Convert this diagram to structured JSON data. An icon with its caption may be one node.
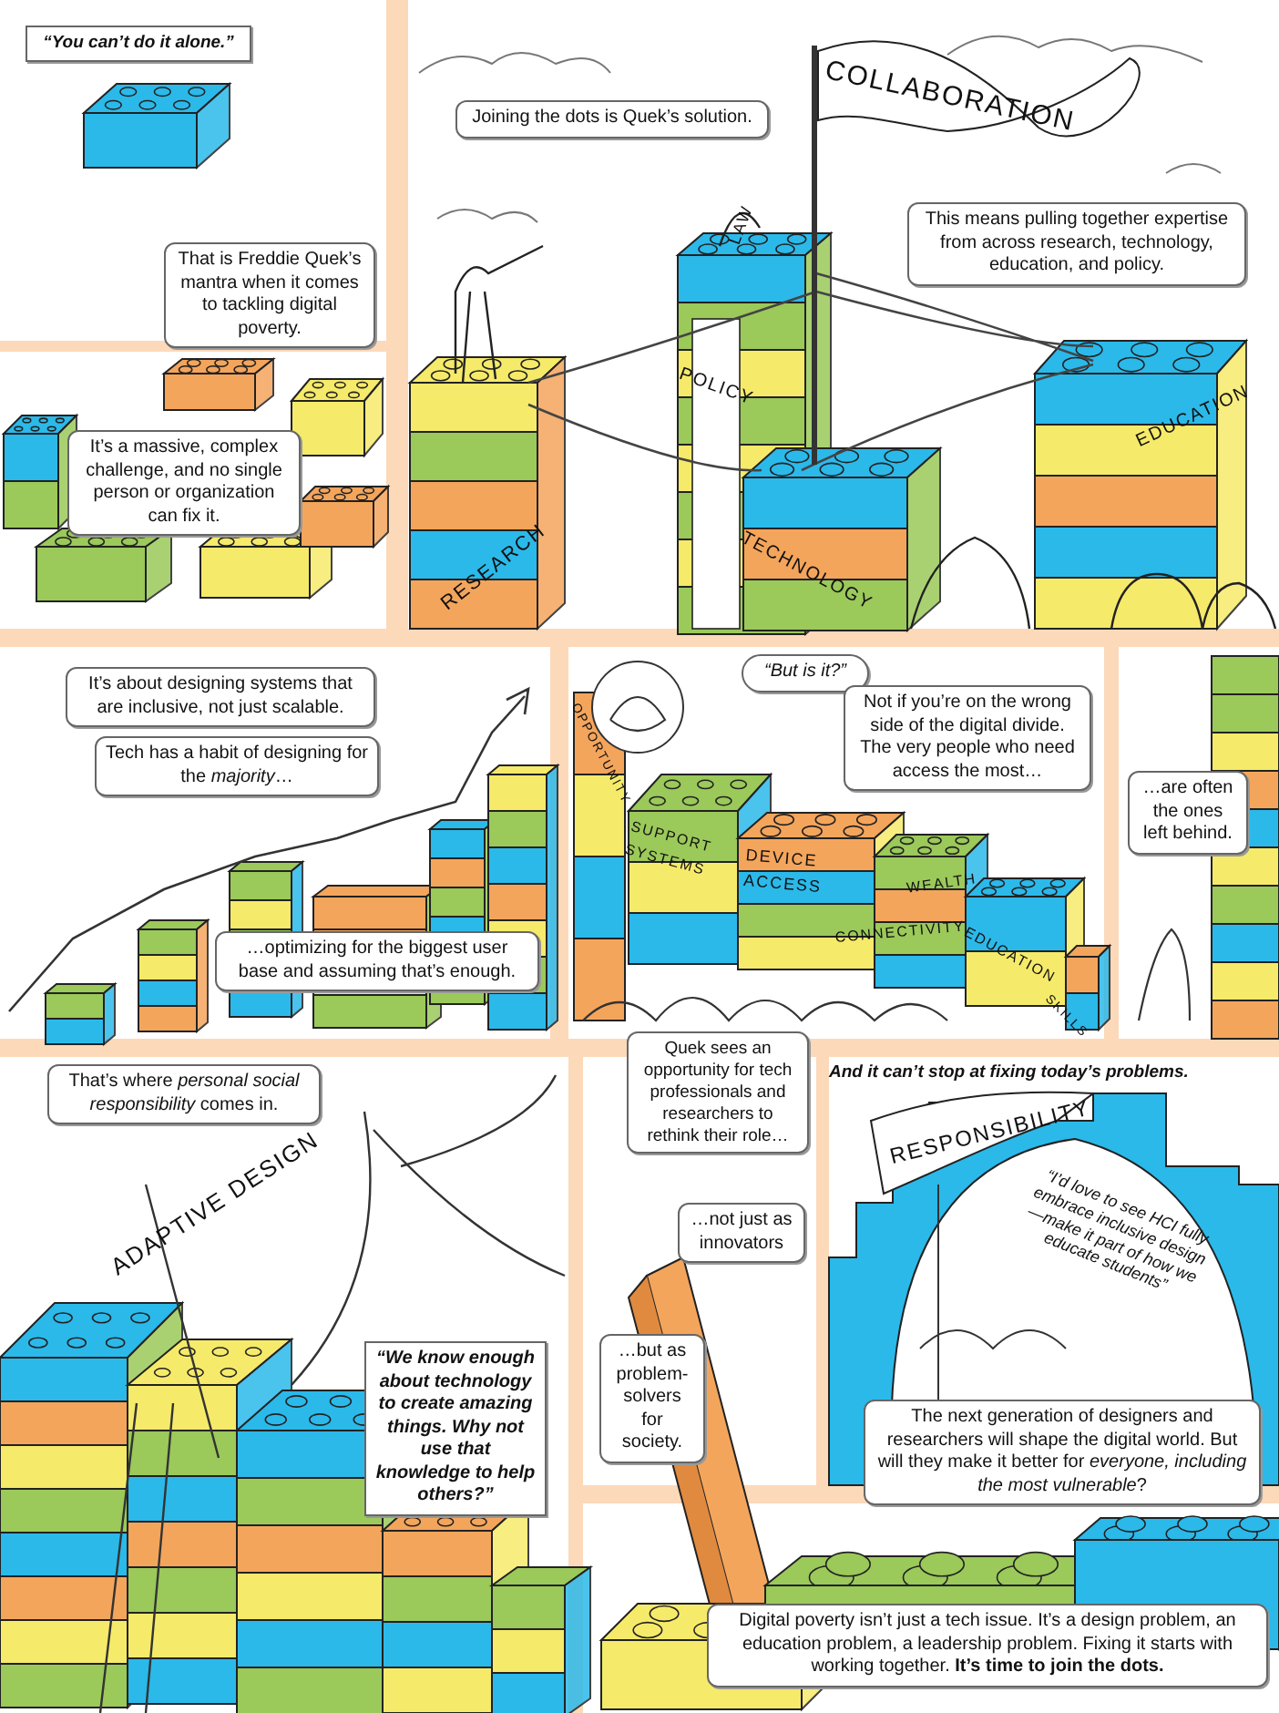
{
  "diagram": {
    "nodes": [
      {
        "text": [
          "“You can’t do it alone.”"
        ]
      },
      {
        "text": [
          "That is Freddie Quek’s mantra when it comes to tackling digital poverty."
        ]
      },
      {
        "text": [
          "It’s a massive, complex challenge, and no single person or organization can fix it."
        ]
      },
      {
        "text": [
          "Joining the dots is Quek’s solution."
        ]
      },
      {
        "text": [
          "This means pulling together expertise from across research, technology, education, and policy."
        ]
      },
      {
        "text": [
          "It’s about designing systems that are inclusive, not just scalable."
        ]
      },
      {
        "text": [
          "Tech has a habit of designing for the *majority*…"
        ]
      },
      {
        "text": [
          "…optimizing for the biggest user base and assuming that’s enough."
        ]
      },
      {
        "text": [
          "“But is it?”"
        ]
      },
      {
        "text": [
          "Not if you’re on the wrong side of the digital divide. The very people who need access the most…"
        ]
      },
      {
        "text": [
          "…are often the ones left behind."
        ]
      },
      {
        "text": [
          "That’s where *personal social responsibility* comes in."
        ]
      },
      {
        "text": [
          "“We know enough about technology to create amazing things. Why not use that knowledge to help others?”"
        ]
      },
      {
        "text": [
          "Quek sees an opportunity for tech professionals and researchers to rethink their role…"
        ]
      },
      {
        "text": [
          "…not just as innovators"
        ]
      },
      {
        "text": [
          "…but as problem-solvers for society."
        ]
      },
      {
        "text": [
          "The next generation of designers and researchers will shape the digital world. But will they make it better for *everyone, including the most vulnerable*?"
        ]
      },
      {
        "text": [
          "Digital poverty isn’t just a tech issue. It’s a design problem, an education problem, a leadership problem. Fixing it starts with working together. **It’s time to join the dots.**"
        ]
      }
    ],
    "labels": [
      "COLLABORATION",
      "LAW",
      "POLICY",
      "RESEARCH",
      "TECHNOLOGY",
      "EDUCATION",
      "OPPORTUNITY",
      "SUPPORT SYSTEMS",
      "DEVICE ACCESS",
      "WEALTH",
      "CONNECTIVITY",
      "EDUCATION",
      "SKILLS",
      "ADAPTIVE DESIGN",
      "And it can’t stop at fixing today’s problems.",
      "RESPONSIBILITY",
      "“I’d love to see HCI fully embrace inclusive design—make it part of how we educate students”"
    ]
  }
}
